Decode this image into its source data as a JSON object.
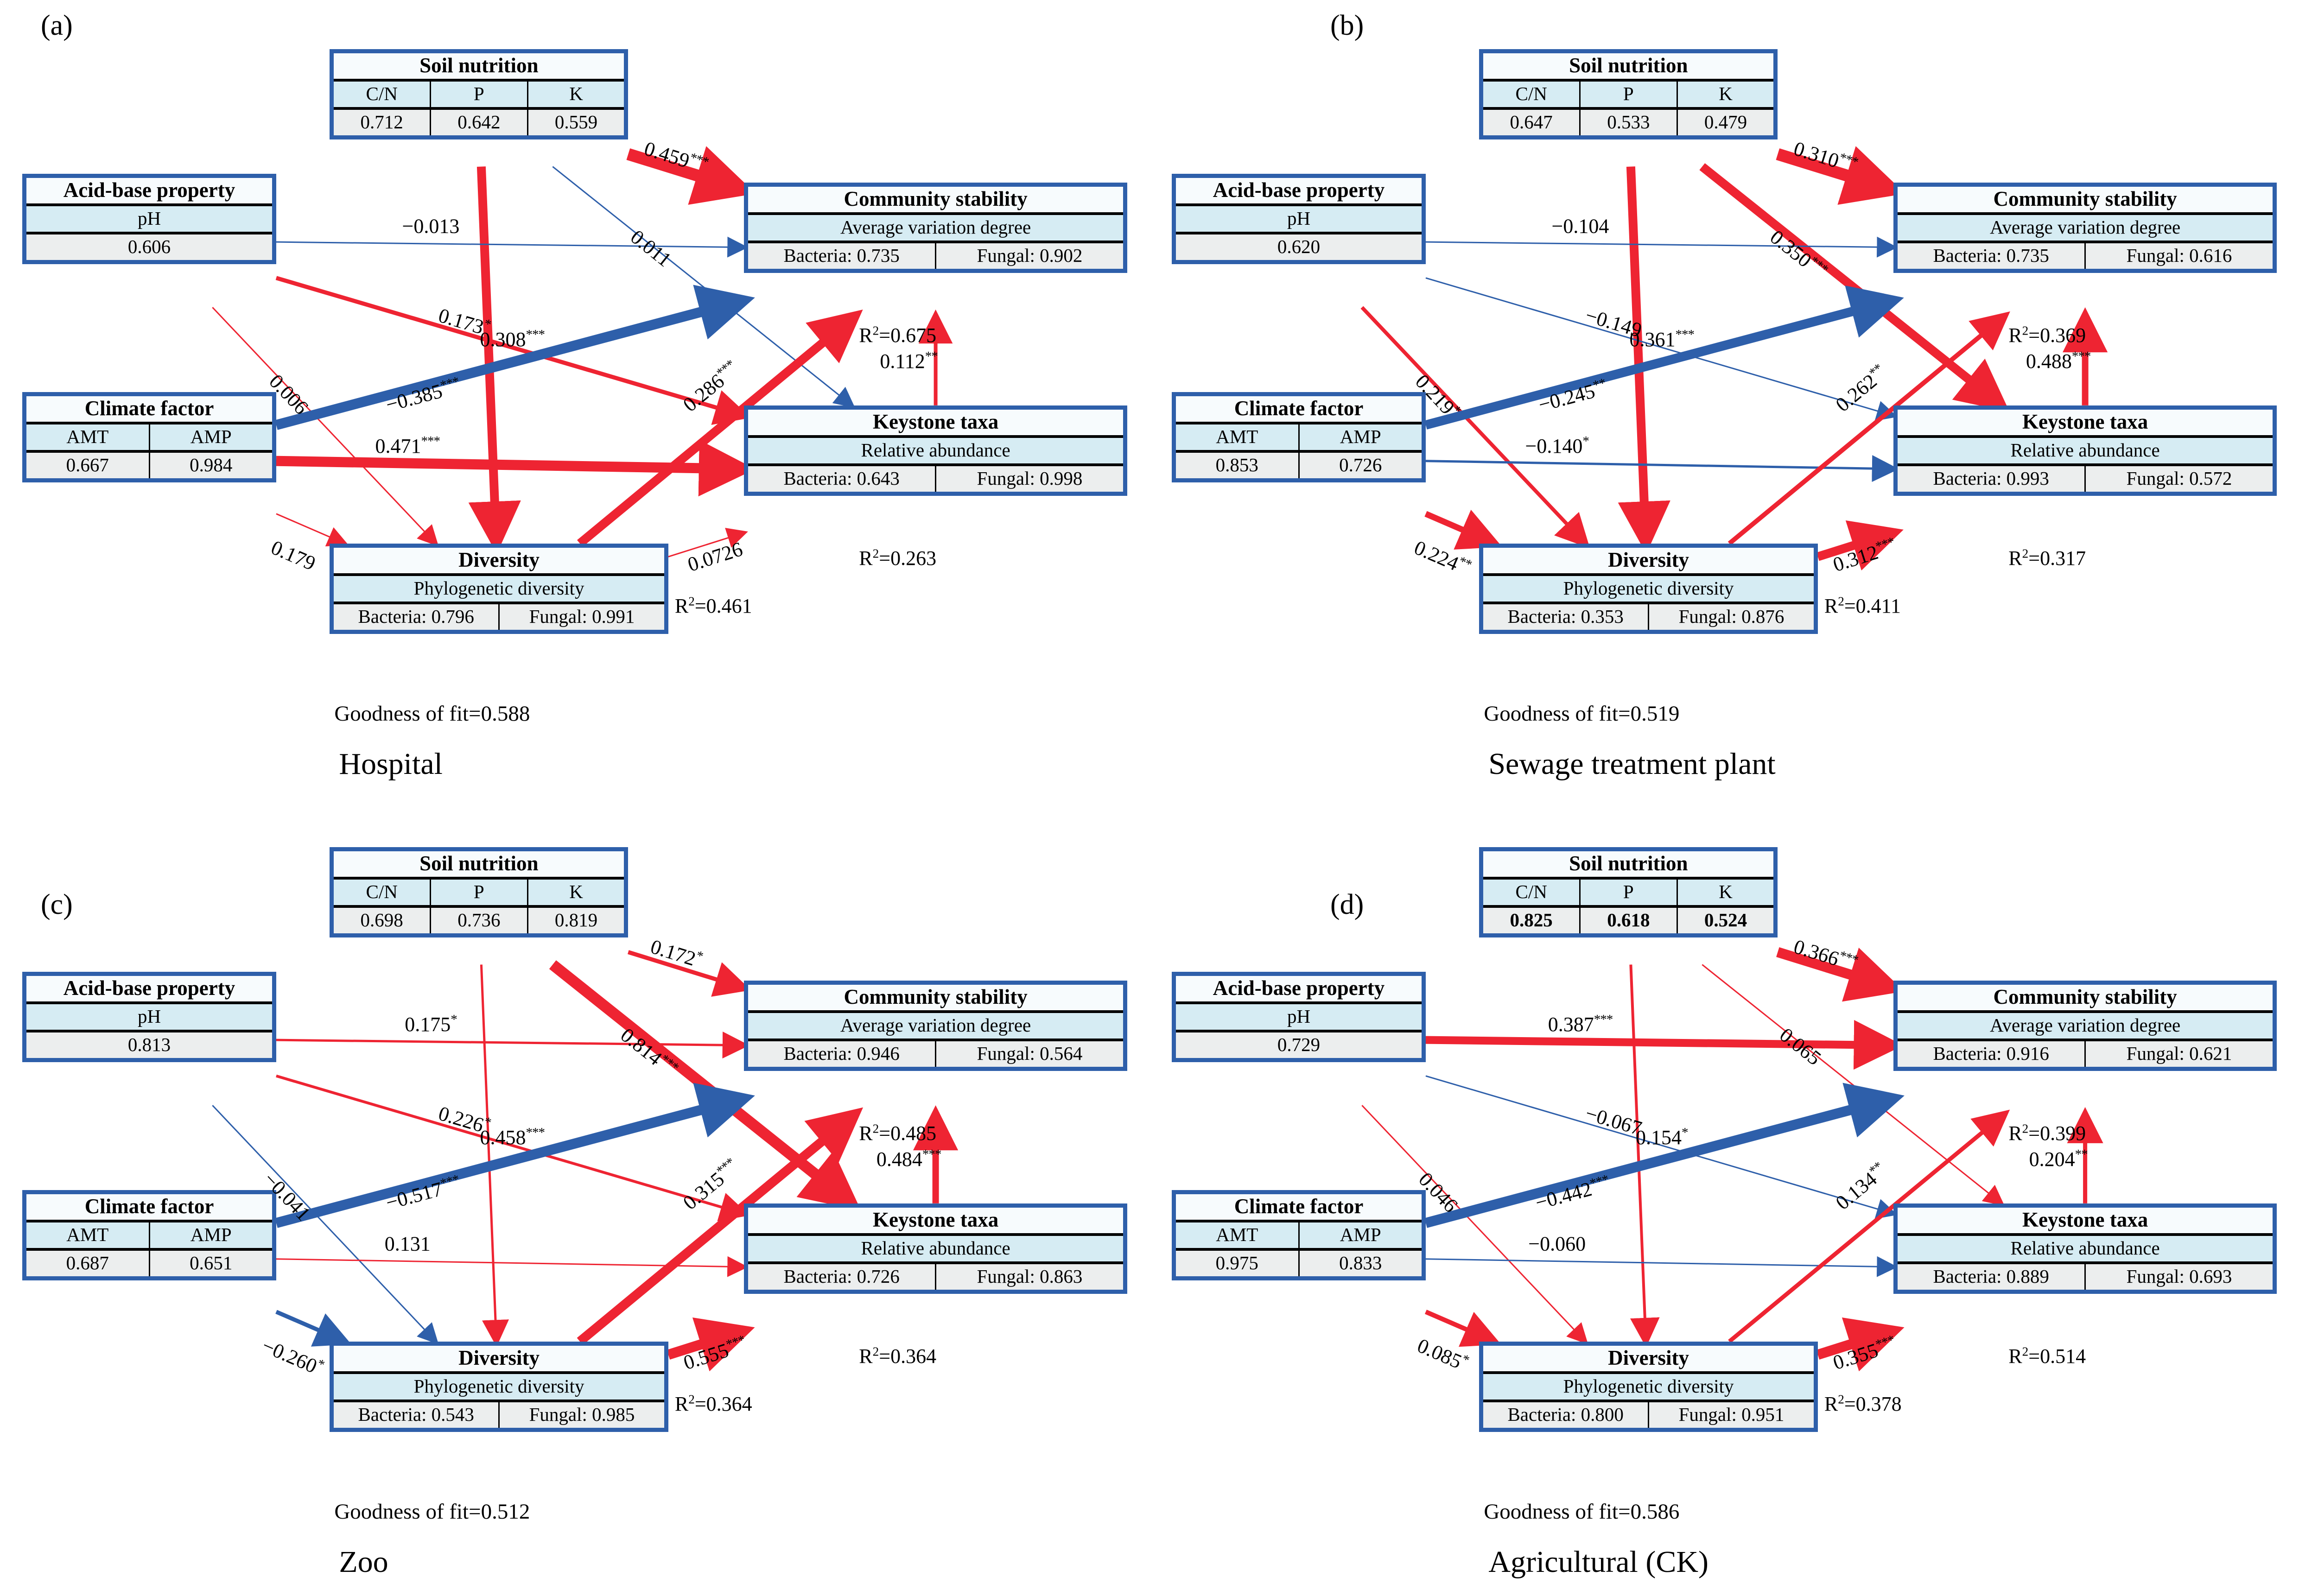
{
  "figure": {
    "type": "sem-path-diagram-multipanel",
    "panel_count": 4,
    "colors": {
      "positive_path": "#ee2432",
      "negative_path": "#2e5faa",
      "box_border": "#2e5faa",
      "indicator_fill": "#d6ecf3",
      "value_fill": "#eceeee",
      "title_fill": "#f7fbfd"
    },
    "common_labels": {
      "soil_nutrition": "Soil nutrition",
      "acid_base": "Acid-base property",
      "climate_factor": "Climate factor",
      "community_stability": "Community stability",
      "keystone_taxa": "Keystone taxa",
      "diversity": "Diversity",
      "cn": "C/N",
      "p": "P",
      "k": "K",
      "ph": "pH",
      "amt": "AMT",
      "amp": "AMP",
      "avg_variation": "Average variation degree",
      "rel_abundance": "Relative abundance",
      "phylo_diversity": "Phylogenetic diversity",
      "bacteria_prefix": "Bacteria: ",
      "fungal_prefix": "Fungal: ",
      "r2_prefix": "R",
      "r2_sup": "2",
      "r2_eq": "=",
      "gof_prefix": "Goodness of fit="
    }
  },
  "panels": [
    {
      "letter": "(a)",
      "caption": "Hospital",
      "goodness_of_fit": "0.588",
      "boxes": {
        "soil_nutrition": {
          "title": "Soil nutrition",
          "indicators": [
            "C/N",
            "P",
            "K"
          ],
          "values": [
            "0.712",
            "0.642",
            "0.559"
          ]
        },
        "acid_base": {
          "title": "Acid-base property",
          "indicators": [
            "pH"
          ],
          "values": [
            "0.606"
          ]
        },
        "climate_factor": {
          "title": "Climate factor",
          "indicators": [
            "AMT",
            "AMP"
          ],
          "values": [
            "0.667",
            "0.984"
          ]
        },
        "community_stability": {
          "title": "Community stability",
          "indicator": "Average variation degree",
          "bacteria": "Bacteria: 0.735",
          "fungal": "Fungal: 0.902",
          "r2": "0.675"
        },
        "keystone_taxa": {
          "title": "Keystone taxa",
          "indicator": "Relative abundance",
          "bacteria": "Bacteria: 0.643",
          "fungal": "Fungal: 0.998",
          "r2": "0.263"
        },
        "diversity": {
          "title": "Diversity",
          "indicator": "Phylogenetic diversity",
          "bacteria": "Bacteria: 0.796",
          "fungal": "Fungal: 0.991",
          "r2": "0.461"
        }
      },
      "paths": [
        {
          "id": "sn-div",
          "from": "soil_nutrition",
          "to": "diversity",
          "coef": "0.308",
          "stars": "***",
          "sign": "positive",
          "width": 19
        },
        {
          "id": "sn-cs",
          "from": "soil_nutrition",
          "to": "community_stability",
          "coef": "0.459",
          "stars": "***",
          "sign": "positive",
          "width": 26
        },
        {
          "id": "sn-kt",
          "from": "soil_nutrition",
          "to": "keystone_taxa",
          "coef": "0.011",
          "stars": "",
          "sign": "negative",
          "width": 3
        },
        {
          "id": "ab-cs",
          "from": "acid_base",
          "to": "community_stability",
          "coef": "0.013",
          "stars": "",
          "sign": "negative",
          "width": 3,
          "negative_label": true
        },
        {
          "id": "ab-div",
          "from": "acid_base",
          "to": "diversity",
          "coef": "0.006",
          "stars": "",
          "sign": "positive",
          "width": 3
        },
        {
          "id": "ab-kt",
          "from": "acid_base",
          "to": "keystone_taxa",
          "coef": "0.173",
          "stars": "*",
          "sign": "positive",
          "width": 9
        },
        {
          "id": "cf-cs",
          "from": "climate_factor",
          "to": "community_stability",
          "coef": "0.385",
          "stars": "***",
          "sign": "negative",
          "width": 22,
          "negative_label": true
        },
        {
          "id": "cf-kt",
          "from": "climate_factor",
          "to": "keystone_taxa",
          "coef": "0.471",
          "stars": "***",
          "sign": "positive",
          "width": 22
        },
        {
          "id": "cf-div",
          "from": "climate_factor",
          "to": "diversity",
          "coef": "0.179",
          "stars": "",
          "sign": "positive",
          "width": 3
        },
        {
          "id": "div-cs",
          "from": "diversity",
          "to": "community_stability",
          "coef": "0.286",
          "stars": "***",
          "sign": "positive",
          "width": 19
        },
        {
          "id": "div-kt",
          "from": "diversity",
          "to": "keystone_taxa",
          "coef": "0.0726",
          "stars": "",
          "sign": "positive",
          "width": 3
        },
        {
          "id": "kt-cs",
          "from": "keystone_taxa",
          "to": "community_stability",
          "coef": "0.112",
          "stars": "**",
          "sign": "positive",
          "width": 8
        }
      ]
    },
    {
      "letter": "(b)",
      "caption": "Sewage treatment plant",
      "goodness_of_fit": "0.519",
      "boxes": {
        "soil_nutrition": {
          "title": "Soil nutrition",
          "indicators": [
            "C/N",
            "P",
            "K"
          ],
          "values": [
            "0.647",
            "0.533",
            "0.479"
          ]
        },
        "acid_base": {
          "title": "Acid-base property",
          "indicators": [
            "pH"
          ],
          "values": [
            "0.620"
          ]
        },
        "climate_factor": {
          "title": "Climate factor",
          "indicators": [
            "AMT",
            "AMP"
          ],
          "values": [
            "0.853",
            "0.726"
          ]
        },
        "community_stability": {
          "title": "Community stability",
          "indicator": "Average variation degree",
          "bacteria": "Bacteria: 0.735",
          "fungal": "Fungal: 0.616",
          "r2": "0.369"
        },
        "keystone_taxa": {
          "title": "Keystone taxa",
          "indicator": "Relative abundance",
          "bacteria": "Bacteria: 0.993",
          "fungal": "Fungal: 0.572",
          "r2": "0.317"
        },
        "diversity": {
          "title": "Diversity",
          "indicator": "Phylogenetic diversity",
          "bacteria": "Bacteria: 0.353",
          "fungal": "Fungal: 0.876",
          "r2": "0.411"
        }
      },
      "paths": [
        {
          "id": "sn-div",
          "from": "soil_nutrition",
          "to": "diversity",
          "coef": "0.361",
          "stars": "***",
          "sign": "positive",
          "width": 19
        },
        {
          "id": "sn-cs",
          "from": "soil_nutrition",
          "to": "community_stability",
          "coef": "0.310",
          "stars": "***",
          "sign": "positive",
          "width": 26
        },
        {
          "id": "sn-kt",
          "from": "soil_nutrition",
          "to": "keystone_taxa",
          "coef": "0.350",
          "stars": "***",
          "sign": "positive",
          "width": 19
        },
        {
          "id": "ab-cs",
          "from": "acid_base",
          "to": "community_stability",
          "coef": "0.104",
          "stars": "",
          "sign": "negative",
          "width": 3,
          "negative_label": true
        },
        {
          "id": "ab-kt",
          "from": "acid_base",
          "to": "keystone_taxa",
          "coef": "0.149",
          "stars": "",
          "sign": "negative",
          "width": 3,
          "negative_label": true
        },
        {
          "id": "ab-div",
          "from": "acid_base",
          "to": "diversity",
          "coef": "0.219",
          "stars": "*",
          "sign": "positive",
          "width": 8
        },
        {
          "id": "cf-cs",
          "from": "climate_factor",
          "to": "community_stability",
          "coef": "0.245",
          "stars": "**",
          "sign": "negative",
          "width": 20,
          "negative_label": true
        },
        {
          "id": "cf-kt",
          "from": "climate_factor",
          "to": "keystone_taxa",
          "coef": "0.140",
          "stars": "*",
          "sign": "negative",
          "width": 5,
          "negative_label": true
        },
        {
          "id": "cf-div",
          "from": "climate_factor",
          "to": "diversity",
          "coef": "0.224",
          "stars": "**",
          "sign": "positive",
          "width": 13
        },
        {
          "id": "div-cs",
          "from": "diversity",
          "to": "community_stability",
          "coef": "0.262",
          "stars": "**",
          "sign": "positive",
          "width": 10
        },
        {
          "id": "div-kt",
          "from": "diversity",
          "to": "keystone_taxa",
          "coef": "0.312",
          "stars": "***",
          "sign": "positive",
          "width": 19
        },
        {
          "id": "kt-cs",
          "from": "keystone_taxa",
          "to": "community_stability",
          "coef": "0.488",
          "stars": "***",
          "sign": "positive",
          "width": 14
        }
      ]
    },
    {
      "letter": "(c)",
      "caption": "Zoo",
      "goodness_of_fit": "0.512",
      "boxes": {
        "soil_nutrition": {
          "title": "Soil nutrition",
          "indicators": [
            "C/N",
            "P",
            "K"
          ],
          "values": [
            "0.698",
            "0.736",
            "0.819"
          ]
        },
        "acid_base": {
          "title": "Acid-base property",
          "indicators": [
            "pH"
          ],
          "values": [
            "0.813"
          ]
        },
        "climate_factor": {
          "title": "Climate factor",
          "indicators": [
            "AMT",
            "AMP"
          ],
          "values": [
            "0.687",
            "0.651"
          ]
        },
        "community_stability": {
          "title": "Community stability",
          "indicator": "Average variation degree",
          "bacteria": "Bacteria: 0.946",
          "fungal": "Fungal: 0.564",
          "r2": "0.485"
        },
        "keystone_taxa": {
          "title": "Keystone taxa",
          "indicator": "Relative abundance",
          "bacteria": "Bacteria: 0.726",
          "fungal": "Fungal: 0.863",
          "r2": "0.364"
        },
        "diversity": {
          "title": "Diversity",
          "indicator": "Phylogenetic diversity",
          "bacteria": "Bacteria: 0.543",
          "fungal": "Fungal: 0.985",
          "r2": "0.364"
        }
      },
      "paths": [
        {
          "id": "sn-div",
          "from": "soil_nutrition",
          "to": "diversity",
          "coef": "0.458",
          "stars": "***",
          "sign": "positive",
          "width": 5
        },
        {
          "id": "sn-cs",
          "from": "soil_nutrition",
          "to": "community_stability",
          "coef": "0.172",
          "stars": "*",
          "sign": "positive",
          "width": 9
        },
        {
          "id": "sn-kt",
          "from": "soil_nutrition",
          "to": "keystone_taxa",
          "coef": "0.814",
          "stars": "***",
          "sign": "positive",
          "width": 24
        },
        {
          "id": "ab-cs",
          "from": "acid_base",
          "to": "community_stability",
          "coef": "0.175",
          "stars": "*",
          "sign": "positive",
          "width": 5
        },
        {
          "id": "ab-kt",
          "from": "acid_base",
          "to": "keystone_taxa",
          "coef": "0.226",
          "stars": "*",
          "sign": "positive",
          "width": 6
        },
        {
          "id": "ab-div",
          "from": "acid_base",
          "to": "diversity",
          "coef": "0.041",
          "stars": "",
          "sign": "negative",
          "width": 3,
          "negative_label": true
        },
        {
          "id": "cf-cs",
          "from": "climate_factor",
          "to": "community_stability",
          "coef": "0.517",
          "stars": "***",
          "sign": "negative",
          "width": 22,
          "negative_label": true
        },
        {
          "id": "cf-kt",
          "from": "climate_factor",
          "to": "keystone_taxa",
          "coef": "0.131",
          "stars": "",
          "sign": "positive",
          "width": 3
        },
        {
          "id": "cf-div",
          "from": "climate_factor",
          "to": "diversity",
          "coef": "0.260",
          "stars": "*",
          "sign": "negative",
          "width": 9,
          "negative_label": true
        },
        {
          "id": "div-cs",
          "from": "diversity",
          "to": "community_stability",
          "coef": "0.315",
          "stars": "***",
          "sign": "positive",
          "width": 20
        },
        {
          "id": "div-kt",
          "from": "diversity",
          "to": "keystone_taxa",
          "coef": "0.555",
          "stars": "***",
          "sign": "positive",
          "width": 22
        },
        {
          "id": "kt-cs",
          "from": "keystone_taxa",
          "to": "community_stability",
          "coef": "0.484",
          "stars": "***",
          "sign": "positive",
          "width": 14
        }
      ]
    },
    {
      "letter": "(d)",
      "caption": "Agricultural (CK)",
      "goodness_of_fit": "0.586",
      "boxes": {
        "soil_nutrition": {
          "title": "Soil nutrition",
          "indicators": [
            "C/N",
            "P",
            "K"
          ],
          "values": [
            "0.825",
            "0.618",
            "0.524"
          ],
          "bold_values": true
        },
        "acid_base": {
          "title": "Acid-base property",
          "indicators": [
            "pH"
          ],
          "values": [
            "0.729"
          ]
        },
        "climate_factor": {
          "title": "Climate factor",
          "indicators": [
            "AMT",
            "AMP"
          ],
          "values": [
            "0.975",
            "0.833"
          ]
        },
        "community_stability": {
          "title": "Community stability",
          "indicator": "Average variation degree",
          "bacteria": "Bacteria: 0.916",
          "fungal": "Fungal: 0.621",
          "r2": "0.399"
        },
        "keystone_taxa": {
          "title": "Keystone taxa",
          "indicator": "Relative abundance",
          "bacteria": "Bacteria: 0.889",
          "fungal": "Fungal: 0.693",
          "r2": "0.514"
        },
        "diversity": {
          "title": "Diversity",
          "indicator": "Phylogenetic diversity",
          "bacteria": "Bacteria: 0.800",
          "fungal": "Fungal: 0.951",
          "r2": "0.378"
        }
      },
      "paths": [
        {
          "id": "sn-div",
          "from": "soil_nutrition",
          "to": "diversity",
          "coef": "0.154",
          "stars": "*",
          "sign": "positive",
          "width": 6
        },
        {
          "id": "sn-cs",
          "from": "soil_nutrition",
          "to": "community_stability",
          "coef": "0.366",
          "stars": "***",
          "sign": "positive",
          "width": 22
        },
        {
          "id": "sn-kt",
          "from": "soil_nutrition",
          "to": "keystone_taxa",
          "coef": "0.065",
          "stars": "",
          "sign": "positive",
          "width": 3
        },
        {
          "id": "ab-cs",
          "from": "acid_base",
          "to": "community_stability",
          "coef": "0.387",
          "stars": "***",
          "sign": "positive",
          "width": 17
        },
        {
          "id": "ab-kt",
          "from": "acid_base",
          "to": "keystone_taxa",
          "coef": "0.067",
          "stars": "",
          "sign": "negative",
          "width": 3,
          "negative_label": true
        },
        {
          "id": "ab-div",
          "from": "acid_base",
          "to": "diversity",
          "coef": "0.046",
          "stars": "",
          "sign": "positive",
          "width": 3
        },
        {
          "id": "cf-cs",
          "from": "climate_factor",
          "to": "community_stability",
          "coef": "0.442",
          "stars": "***",
          "sign": "negative",
          "width": 22,
          "negative_label": true
        },
        {
          "id": "cf-kt",
          "from": "climate_factor",
          "to": "keystone_taxa",
          "coef": "0.060",
          "stars": "",
          "sign": "negative",
          "width": 3,
          "negative_label": true
        },
        {
          "id": "cf-div",
          "from": "climate_factor",
          "to": "diversity",
          "coef": "0.085",
          "stars": "*",
          "sign": "positive",
          "width": 10
        },
        {
          "id": "div-cs",
          "from": "diversity",
          "to": "community_stability",
          "coef": "0.134",
          "stars": "**",
          "sign": "positive",
          "width": 9
        },
        {
          "id": "div-kt",
          "from": "diversity",
          "to": "keystone_taxa",
          "coef": "0.355",
          "stars": "***",
          "sign": "positive",
          "width": 22
        },
        {
          "id": "kt-cs",
          "from": "keystone_taxa",
          "to": "community_stability",
          "coef": "0.204",
          "stars": "**",
          "sign": "positive",
          "width": 9
        }
      ]
    }
  ]
}
